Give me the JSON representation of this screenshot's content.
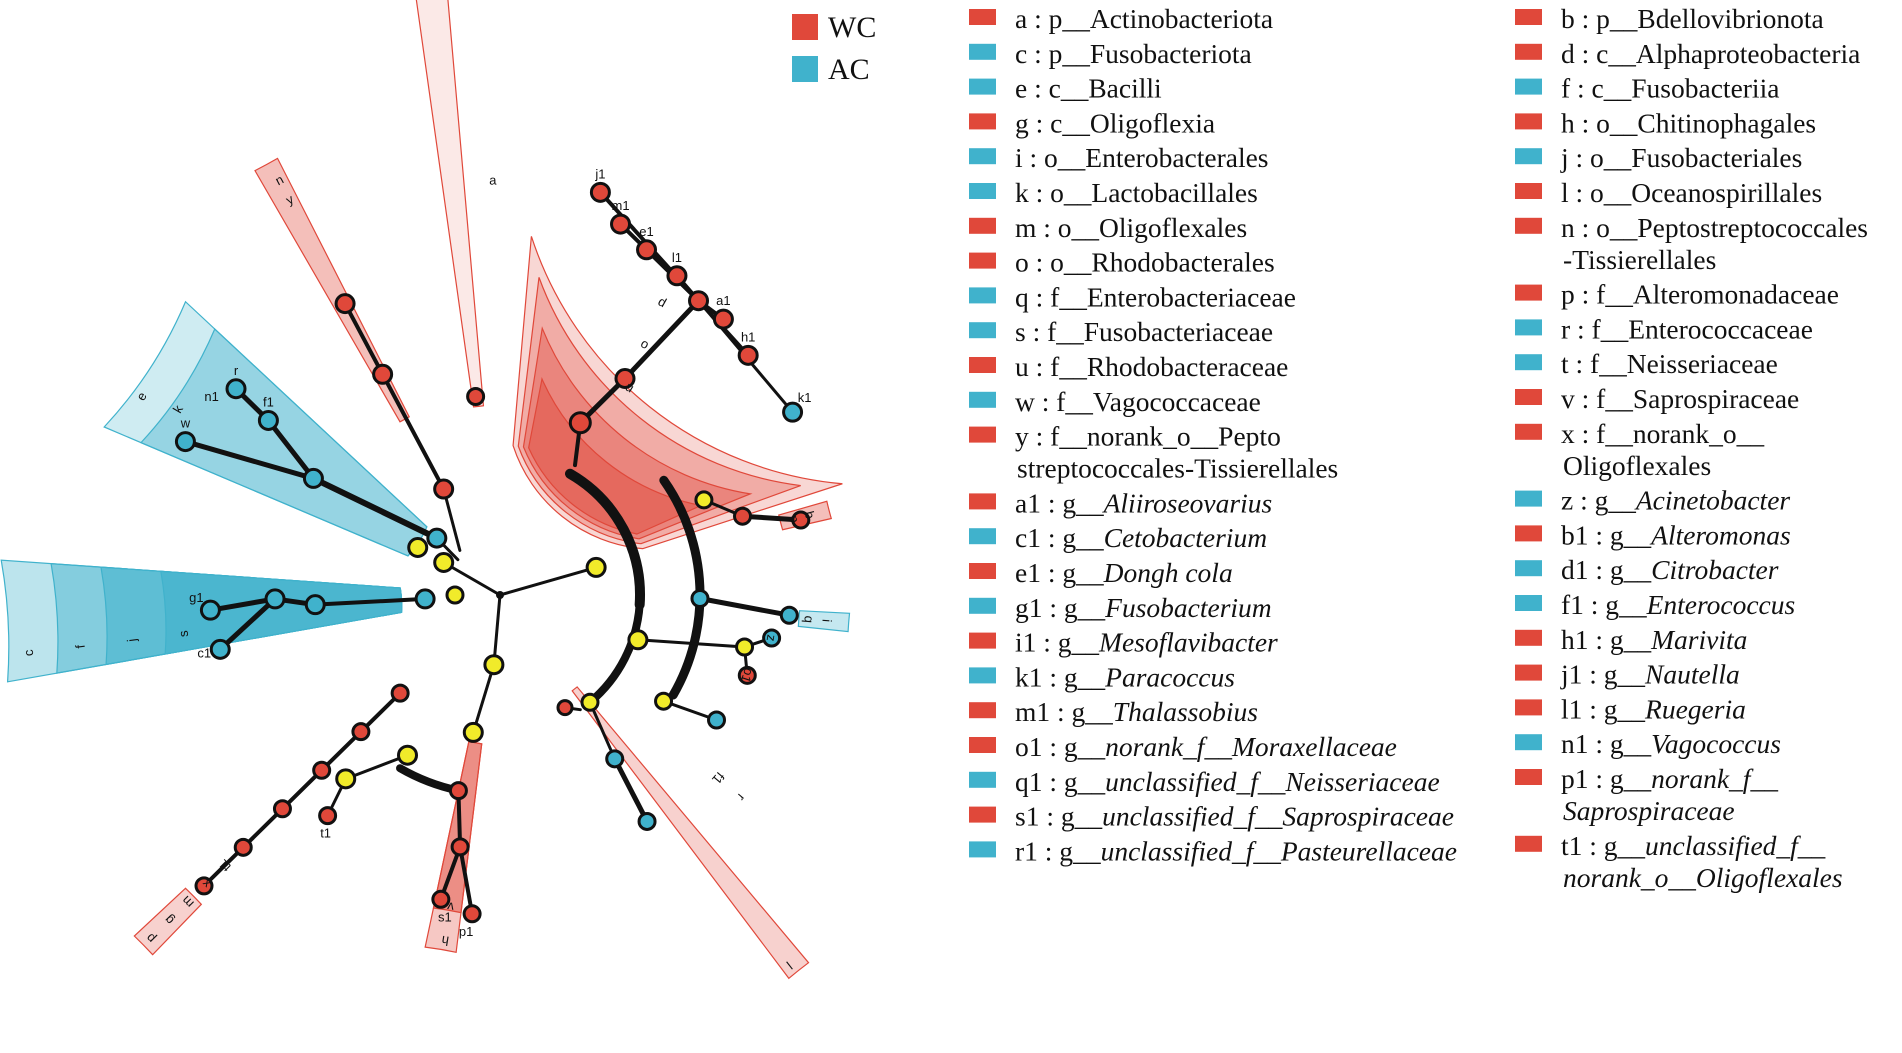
{
  "colors": {
    "WC": "#E0483A",
    "AC": "#40B2CC",
    "connector": "#F1EB2A",
    "edge": "#111111"
  },
  "top_legend": [
    {
      "label": "WC",
      "group": "WC"
    },
    {
      "label": "AC",
      "group": "AC"
    }
  ],
  "legend": {
    "col1": [
      {
        "group": "WC",
        "lines": [
          {
            "code": "a : p",
            "name": "Actinobacteriota"
          }
        ]
      },
      {
        "group": "AC",
        "lines": [
          {
            "code": "c : p",
            "name": "Fusobacteriota"
          }
        ]
      },
      {
        "group": "AC",
        "lines": [
          {
            "code": "e : c",
            "name": "Bacilli"
          }
        ]
      },
      {
        "group": "WC",
        "lines": [
          {
            "code": "g : c",
            "name": "Oligoflexia"
          }
        ]
      },
      {
        "group": "AC",
        "lines": [
          {
            "code": "i : o",
            "name": "Enterobacterales"
          }
        ]
      },
      {
        "group": "AC",
        "lines": [
          {
            "code": "k : o",
            "name": "Lactobacillales"
          }
        ]
      },
      {
        "group": "WC",
        "lines": [
          {
            "code": "m : o",
            "name": "Oligoflexales"
          }
        ]
      },
      {
        "group": "WC",
        "lines": [
          {
            "code": "o : o",
            "name": "Rhodobacterales"
          }
        ]
      },
      {
        "group": "AC",
        "lines": [
          {
            "code": "q : f",
            "name": "Enterobacteriaceae"
          }
        ]
      },
      {
        "group": "AC",
        "lines": [
          {
            "code": "s : f",
            "name": "Fusobacteriaceae"
          }
        ]
      },
      {
        "group": "WC",
        "lines": [
          {
            "code": "u : f",
            "name": "Rhodobacteraceae"
          }
        ]
      },
      {
        "group": "AC",
        "lines": [
          {
            "code": "w : f",
            "name": "Vagococcaceae"
          }
        ]
      },
      {
        "group": "WC",
        "lines": [
          {
            "code": "y : f",
            "name": "norank_o__Pepto"
          },
          {
            "code": "",
            "name": "streptococcales-Tissierellales"
          }
        ]
      },
      {
        "group": "WC",
        "lines": [
          {
            "code": "a1 : g",
            "name": "Aliiroseovarius",
            "italic": true
          }
        ]
      },
      {
        "group": "AC",
        "lines": [
          {
            "code": "c1 : g",
            "name": "Cetobacterium",
            "italic": true
          }
        ]
      },
      {
        "group": "WC",
        "lines": [
          {
            "code": "e1 : g",
            "name": "Dongh cola",
            "italic": true
          }
        ]
      },
      {
        "group": "AC",
        "lines": [
          {
            "code": "g1 : g",
            "name": "Fusobacterium",
            "italic": true
          }
        ]
      },
      {
        "group": "WC",
        "lines": [
          {
            "code": "i1 : g",
            "name": "Mesoflavibacter",
            "italic": true
          }
        ]
      },
      {
        "group": "AC",
        "lines": [
          {
            "code": "k1 : g",
            "name": "Paracoccus",
            "italic": true
          }
        ]
      },
      {
        "group": "WC",
        "lines": [
          {
            "code": "m1 : g",
            "name": "Thalassobius",
            "italic": true
          }
        ]
      },
      {
        "group": "WC",
        "lines": [
          {
            "code": "o1 : g",
            "name": "norank_f__Moraxellaceae",
            "italic": true
          }
        ]
      },
      {
        "group": "AC",
        "lines": [
          {
            "code": "q1 : g",
            "name": "unclassified_f__Neisseriaceae",
            "italic": true
          }
        ]
      },
      {
        "group": "WC",
        "lines": [
          {
            "code": "s1 : g",
            "name": "unclassified_f__Saprospiraceae",
            "italic": true
          }
        ]
      },
      {
        "group": "AC",
        "lines": [
          {
            "code": "r1 : g",
            "name": "unclassified_f__Pasteurellaceae",
            "italic": true
          }
        ]
      }
    ],
    "col2": [
      {
        "group": "WC",
        "lines": [
          {
            "code": "b : p",
            "name": "Bdellovibrionota"
          }
        ]
      },
      {
        "group": "WC",
        "lines": [
          {
            "code": "d : c",
            "name": "Alphaproteobacteria"
          }
        ]
      },
      {
        "group": "AC",
        "lines": [
          {
            "code": "f : c",
            "name": "Fusobacteriia"
          }
        ]
      },
      {
        "group": "WC",
        "lines": [
          {
            "code": "h : o",
            "name": "Chitinophagales"
          }
        ]
      },
      {
        "group": "AC",
        "lines": [
          {
            "code": "j : o",
            "name": "Fusobacteriales"
          }
        ]
      },
      {
        "group": "WC",
        "lines": [
          {
            "code": "l : o",
            "name": "Oceanospirillales"
          }
        ]
      },
      {
        "group": "WC",
        "lines": [
          {
            "code": "n : o",
            "name": "Peptostreptococcales"
          },
          {
            "code": "",
            "name": "-Tissierellales"
          }
        ]
      },
      {
        "group": "WC",
        "lines": [
          {
            "code": "p : f",
            "name": "Alteromonadaceae"
          }
        ]
      },
      {
        "group": "AC",
        "lines": [
          {
            "code": "r : f",
            "name": "Enterococcaceae"
          }
        ]
      },
      {
        "group": "AC",
        "lines": [
          {
            "code": "t : f",
            "name": "Neisseriaceae"
          }
        ]
      },
      {
        "group": "WC",
        "lines": [
          {
            "code": "v : f",
            "name": "Saprospiraceae"
          }
        ]
      },
      {
        "group": "WC",
        "lines": [
          {
            "code": "x : f",
            "name": "norank_o__"
          },
          {
            "code": "",
            "name": "Oligoflexales"
          }
        ]
      },
      {
        "group": "AC",
        "lines": [
          {
            "code": "z : g",
            "name": "Acinetobacter",
            "italic": true
          }
        ]
      },
      {
        "group": "WC",
        "lines": [
          {
            "code": "b1 : g",
            "name": "Alteromonas",
            "italic": true
          }
        ]
      },
      {
        "group": "AC",
        "lines": [
          {
            "code": "d1 : g",
            "name": "Citrobacter",
            "italic": true
          }
        ]
      },
      {
        "group": "AC",
        "lines": [
          {
            "code": "f1 : g",
            "name": "Enterococcus",
            "italic": true
          }
        ]
      },
      {
        "group": "WC",
        "lines": [
          {
            "code": "h1 : g",
            "name": "Marivita",
            "italic": true
          }
        ]
      },
      {
        "group": "WC",
        "lines": [
          {
            "code": "j1 : g",
            "name": "Nautella",
            "italic": true
          }
        ]
      },
      {
        "group": "WC",
        "lines": [
          {
            "code": "l1 : g",
            "name": "Ruegeria",
            "italic": true
          }
        ]
      },
      {
        "group": "AC",
        "lines": [
          {
            "code": "n1 : g",
            "name": "Vagococcus",
            "italic": true
          }
        ]
      },
      {
        "group": "WC",
        "lines": [
          {
            "code": "p1 : g",
            "name": "norank_f__",
            "italic": true
          },
          {
            "code": "",
            "name": "Saprospiraceae",
            "italic": true
          }
        ]
      },
      {
        "group": "WC",
        "lines": [
          {
            "code": "t1 : g",
            "name": "unclassified_f__",
            "italic": true
          },
          {
            "code": "",
            "name": "norank_o__Oligoflexales",
            "italic": true
          }
        ]
      }
    ]
  },
  "cladogram": {
    "center_symbol": "●",
    "sector_labels": {
      "top": "a",
      "a_clade": [
        "d",
        "o",
        "u"
      ],
      "fuso": [
        "c",
        "f",
        "j",
        "s"
      ],
      "lacto": [
        "e",
        "k"
      ],
      "oligo": [
        "g",
        "m",
        "x",
        "t1",
        "p"
      ],
      "pepto": [
        "n",
        "y"
      ],
      "sapro": [
        "h",
        "v"
      ],
      "neis": [
        "t",
        "q1"
      ],
      "alt": [
        "b",
        "p",
        "b1"
      ],
      "entero": [
        "i",
        "q",
        "d1"
      ],
      "ocean": [
        "l"
      ],
      "z": [
        "z"
      ],
      "o1": [
        "o1"
      ],
      "r1": [
        "r1"
      ],
      "acinet": [
        "r",
        "f1"
      ]
    },
    "node_labels": {
      "j1": "j1",
      "m1": "m1",
      "e1": "e1",
      "l1": "l1",
      "a1": "a1",
      "h1": "h1",
      "k1": "k1",
      "r": "r",
      "f1": "f1",
      "w": "w",
      "n1": "n1",
      "g1": "g1",
      "c1": "c1",
      "p1": "p1",
      "s1": "s1",
      "t1": "t1"
    }
  }
}
